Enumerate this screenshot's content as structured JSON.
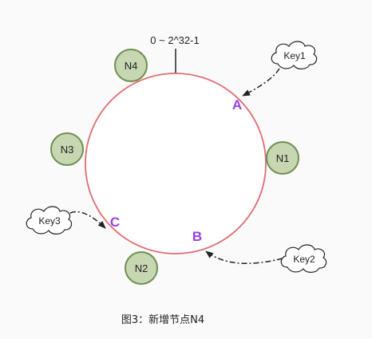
{
  "ring_range_label": "0 ~ 2^32-1",
  "colors": {
    "ring": "#e06c6f",
    "node_fill": "#c6d7b2",
    "node_stroke": "#6f8f52",
    "point_label": "#9a3fe0"
  },
  "nodes": [
    {
      "label": "N4"
    },
    {
      "label": "N1"
    },
    {
      "label": "N3"
    },
    {
      "label": "N2"
    }
  ],
  "points": [
    {
      "label": "A"
    },
    {
      "label": "B"
    },
    {
      "label": "C"
    }
  ],
  "keys": [
    {
      "label": "Key1"
    },
    {
      "label": "Key2"
    },
    {
      "label": "Key3"
    }
  ],
  "caption": "图3：新增节点N4"
}
